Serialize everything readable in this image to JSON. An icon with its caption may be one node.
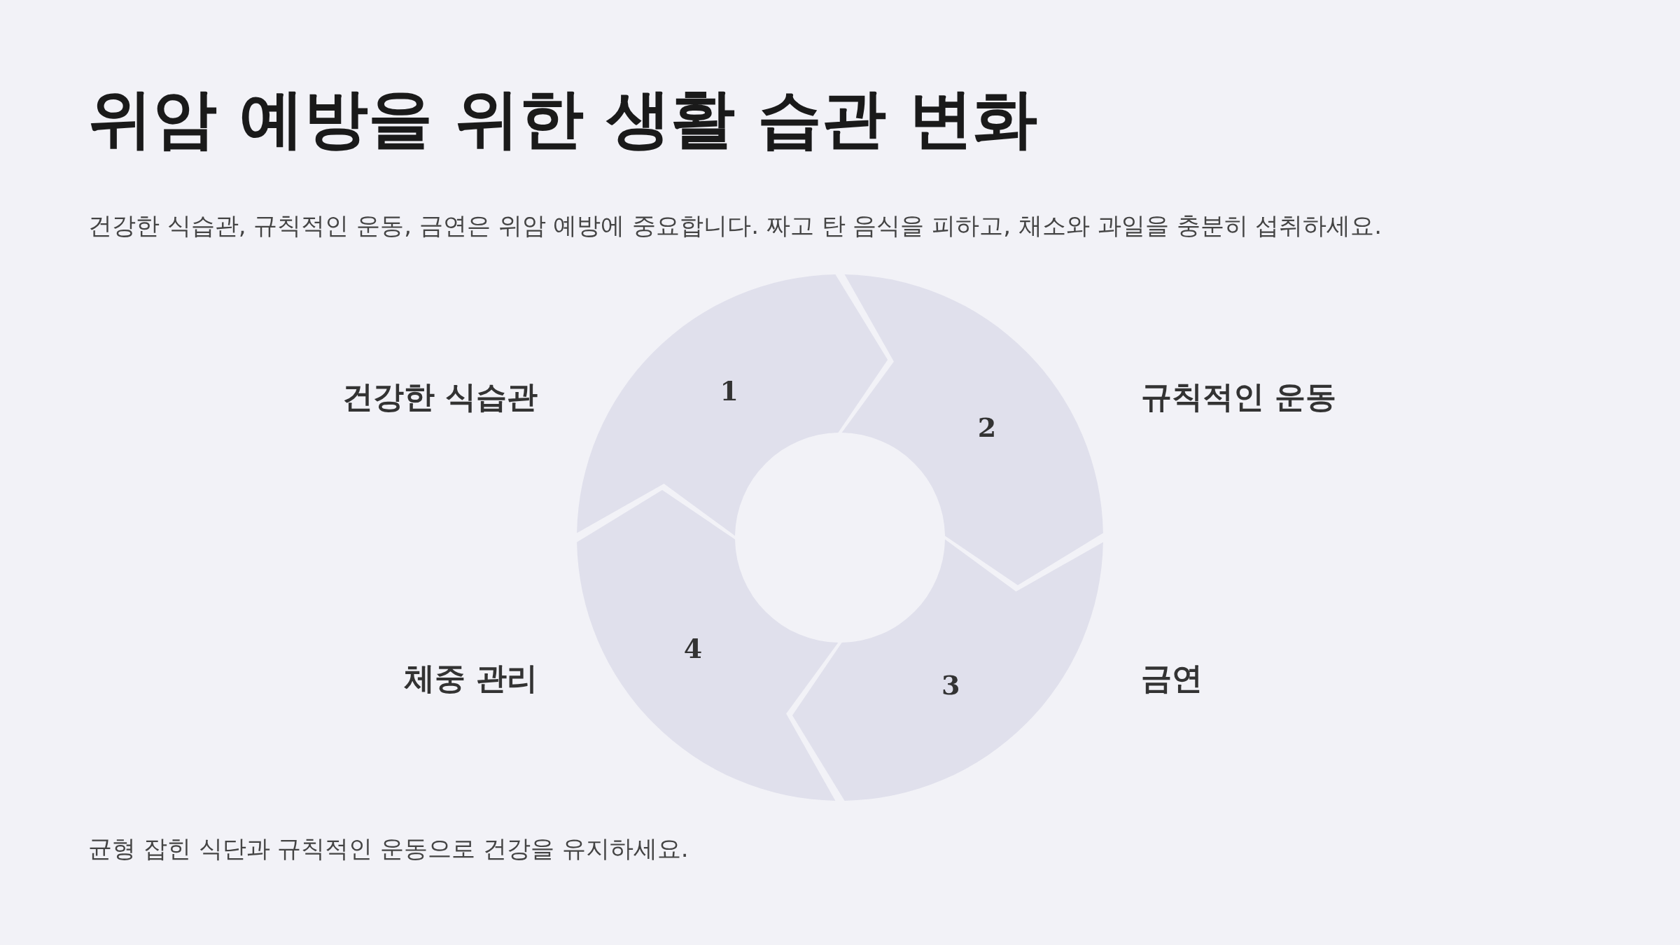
{
  "diagram": {
    "title": "위암 예방을 위한 생활 습관 변화",
    "nodes": [
      {
        "text": [
          "1"
        ],
        "beside": [
          "건강한 식습관"
        ]
      },
      {
        "text": [
          "2"
        ],
        "beside": [
          "규칙적인 운동"
        ]
      },
      {
        "text": [
          "3"
        ],
        "beside": [
          "금연"
        ]
      },
      {
        "text": [
          "4"
        ],
        "beside": [
          "체중 관리"
        ]
      }
    ],
    "labels": [
      "건강한 식습관, 규칙적인 운동, 금연은 위암 예방에 중요합니다. 짜고 탄 음식을 피하고, 채소와 과일을 충분히 섭취하세요.",
      "균형 잡힌 식단과 규칙적인 운동으로 건강을 유지하세요."
    ]
  }
}
